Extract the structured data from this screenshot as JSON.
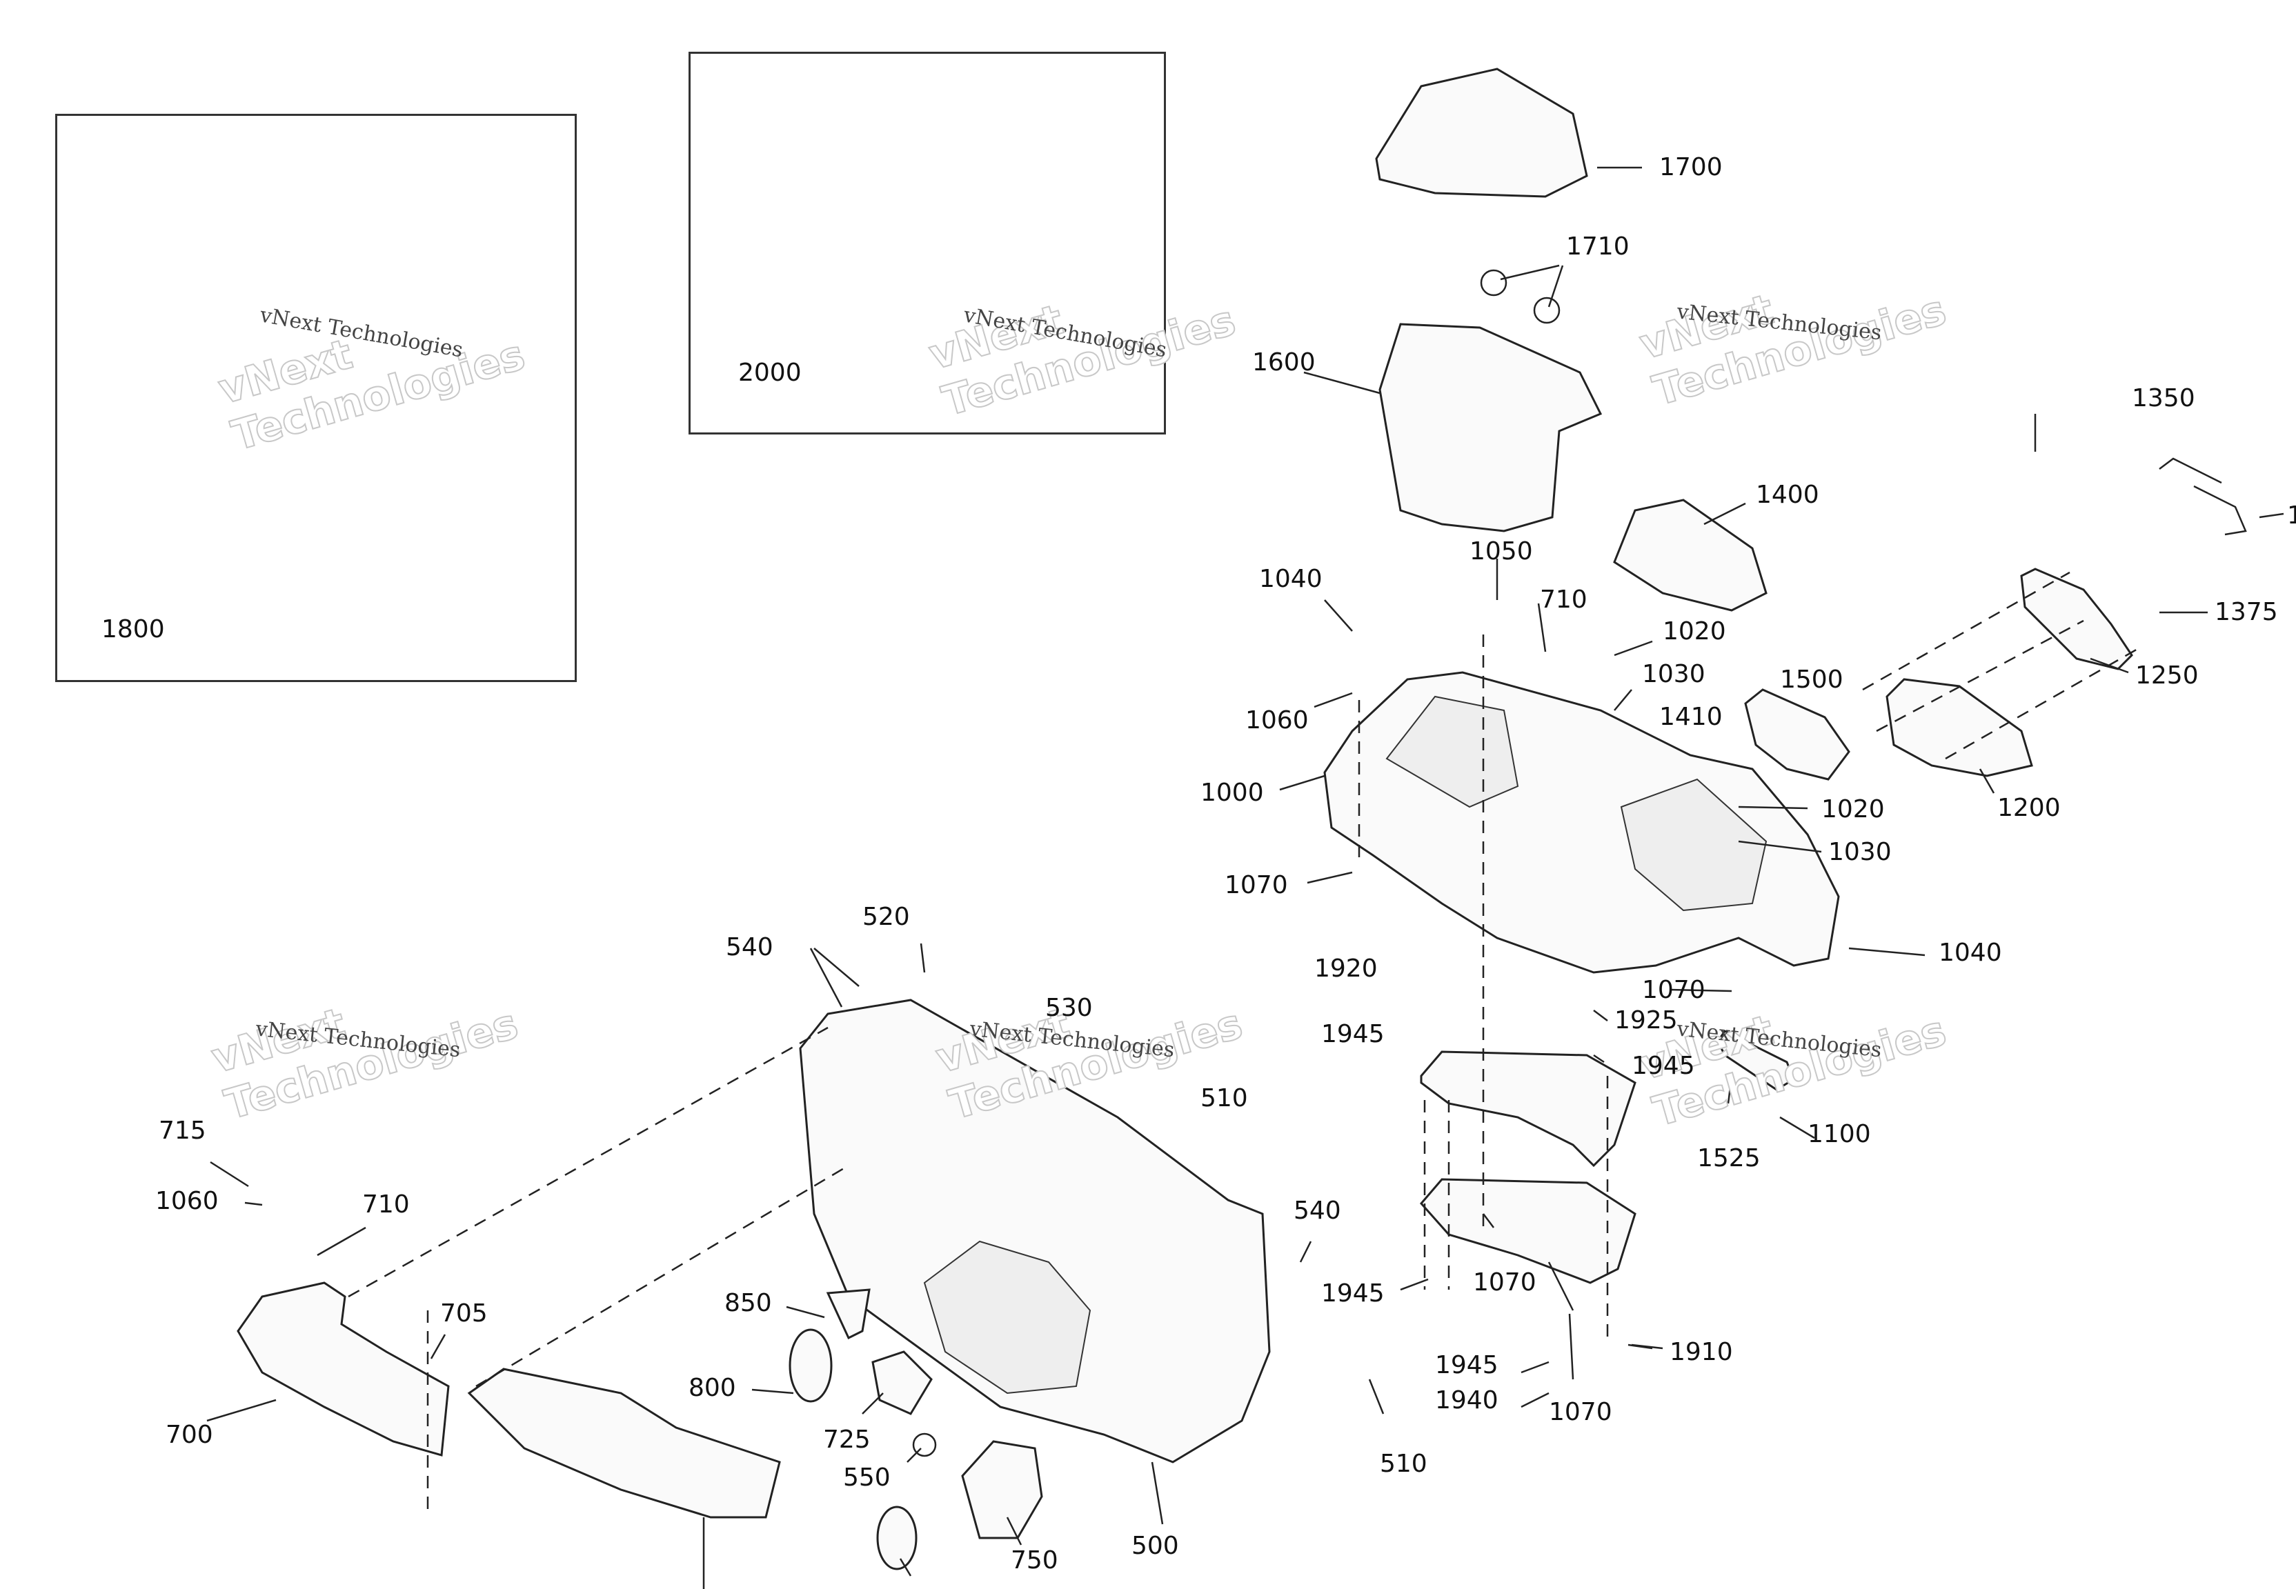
{
  "diagram": {
    "type": "exploded-parts-diagram",
    "watermark": {
      "script_text": "vNext Technologies",
      "outline_line1": "vNext",
      "outline_line2": "Technologies"
    },
    "insets": [
      {
        "id": "1800",
        "label": "1800"
      },
      {
        "id": "2000",
        "label": "2000"
      }
    ],
    "callouts": [
      {
        "id": "c1700",
        "label": "1700"
      },
      {
        "id": "c1710",
        "label": "1710"
      },
      {
        "id": "c1600",
        "label": "1600"
      },
      {
        "id": "c1350",
        "label": "1350"
      },
      {
        "id": "c1300",
        "label": "1"
      },
      {
        "id": "c1400",
        "label": "1400"
      },
      {
        "id": "c1050",
        "label": "1050"
      },
      {
        "id": "c1040a",
        "label": "1040"
      },
      {
        "id": "c710a",
        "label": "710"
      },
      {
        "id": "c1375",
        "label": "1375"
      },
      {
        "id": "c1020a",
        "label": "1020"
      },
      {
        "id": "c1030a",
        "label": "1030"
      },
      {
        "id": "c1500",
        "label": "1500"
      },
      {
        "id": "c1250",
        "label": "1250"
      },
      {
        "id": "c1060a",
        "label": "1060"
      },
      {
        "id": "c1410",
        "label": "1410"
      },
      {
        "id": "c1000",
        "label": "1000"
      },
      {
        "id": "c1200",
        "label": "1200"
      },
      {
        "id": "c1020b",
        "label": "1020"
      },
      {
        "id": "c1030b",
        "label": "1030"
      },
      {
        "id": "c1070a",
        "label": "1070"
      },
      {
        "id": "c520",
        "label": "520"
      },
      {
        "id": "c540a",
        "label": "540"
      },
      {
        "id": "c1040b",
        "label": "1040"
      },
      {
        "id": "c1920",
        "label": "1920"
      },
      {
        "id": "c1070b",
        "label": "1070"
      },
      {
        "id": "c530",
        "label": "530"
      },
      {
        "id": "c1925",
        "label": "1925"
      },
      {
        "id": "c1945a",
        "label": "1945"
      },
      {
        "id": "c1945b",
        "label": "1945"
      },
      {
        "id": "c1100",
        "label": "1100"
      },
      {
        "id": "c510a",
        "label": "510"
      },
      {
        "id": "c1525",
        "label": "1525"
      },
      {
        "id": "c715",
        "label": "715"
      },
      {
        "id": "c1060b",
        "label": "1060"
      },
      {
        "id": "c710b",
        "label": "710"
      },
      {
        "id": "c540b",
        "label": "540"
      },
      {
        "id": "c850",
        "label": "850"
      },
      {
        "id": "c1945c",
        "label": "1945"
      },
      {
        "id": "c1070c",
        "label": "1070"
      },
      {
        "id": "c705",
        "label": "705"
      },
      {
        "id": "c1910",
        "label": "1910"
      },
      {
        "id": "c1945d",
        "label": "1945"
      },
      {
        "id": "c800",
        "label": "800"
      },
      {
        "id": "c1940",
        "label": "1940"
      },
      {
        "id": "c1070d",
        "label": "1070"
      },
      {
        "id": "c700",
        "label": "700"
      },
      {
        "id": "c725",
        "label": "725"
      },
      {
        "id": "c510b",
        "label": "510"
      },
      {
        "id": "c550",
        "label": "550"
      },
      {
        "id": "c500",
        "label": "500"
      },
      {
        "id": "c750",
        "label": "750"
      }
    ]
  }
}
